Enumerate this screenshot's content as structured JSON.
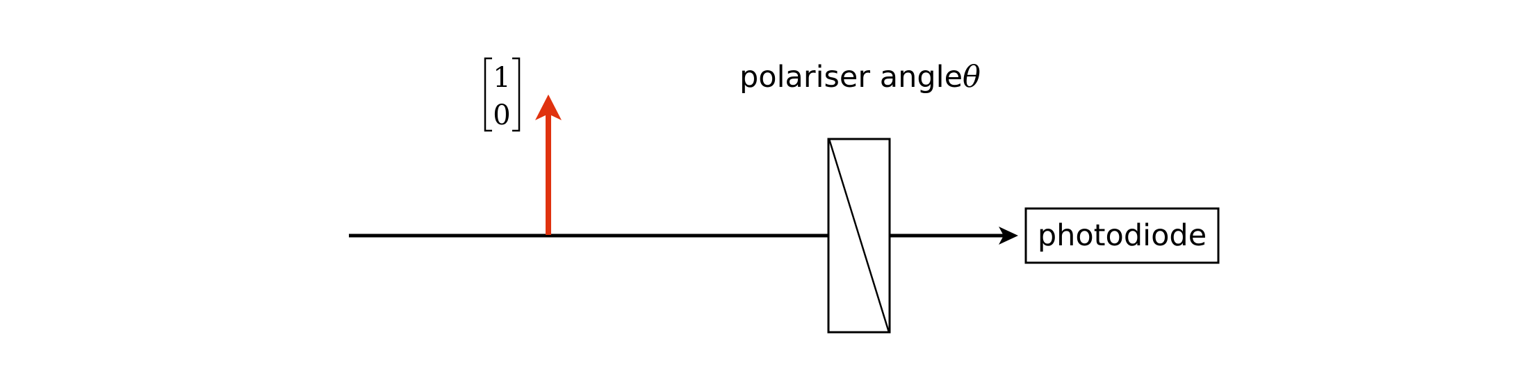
{
  "diagram": {
    "polariser_label": "polariser angle",
    "polariser_symbol": "θ",
    "detector_label": "photodiode",
    "jones_vector": {
      "top": "1",
      "bottom": "0"
    }
  },
  "colors": {
    "beam": "#000000",
    "polarisation_arrow": "#e0320f",
    "outline": "#000000",
    "background": "#ffffff"
  },
  "icons": {
    "beam_arrowhead": "arrowhead-right-icon",
    "polarisation_arrowhead": "arrowhead-up-icon"
  }
}
